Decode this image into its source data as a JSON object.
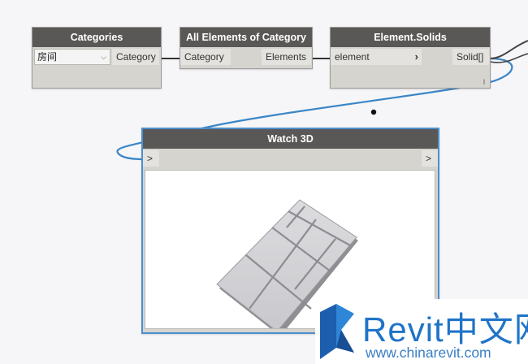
{
  "nodes": {
    "categories": {
      "title": "Categories",
      "dropdown_value": "房间",
      "output_port": "Category"
    },
    "all_elements": {
      "title": "All Elements of Category",
      "input_port": "Category",
      "output_port": "Elements"
    },
    "element_solids": {
      "title": "Element.Solids",
      "input_port": "element",
      "output_port": "Solid[]",
      "lacing_marker": "l"
    },
    "watch3d": {
      "title": "Watch 3D",
      "input_port": ">",
      "output_port": ">"
    }
  },
  "watermark": {
    "brand": "Revit中文网",
    "url": "www.chinarevit.com"
  },
  "colors": {
    "wire": "#3b86c7",
    "node_header": "#5a5856",
    "node_body": "#d6d4cf",
    "canvas": "#f6f6f8",
    "watermark_blue": "#1f74c7"
  },
  "icons": {
    "dropdown": "chevron-down-icon",
    "solids_arrow": "chevron-right-icon",
    "logo": "revit-logo-icon"
  }
}
